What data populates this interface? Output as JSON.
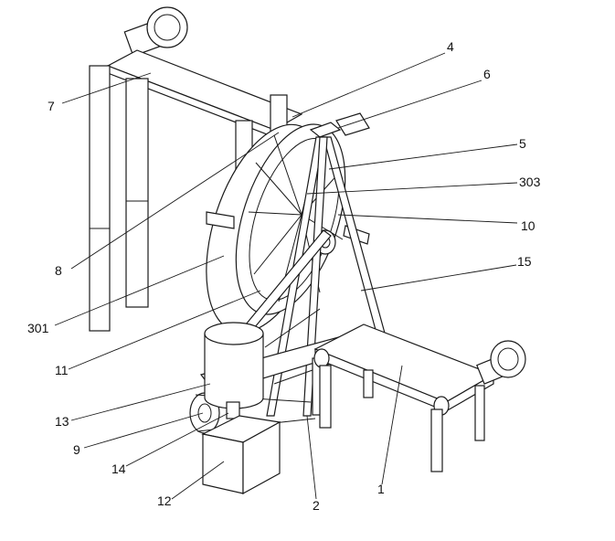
{
  "figure": {
    "labels": {
      "l1": "1",
      "l2": "2",
      "l4": "4",
      "l5": "5",
      "l6": "6",
      "l7": "7",
      "l8": "8",
      "l9": "9",
      "l10": "10",
      "l11": "11",
      "l12": "12",
      "l13": "13",
      "l14": "14",
      "l15": "15",
      "l301": "301",
      "l303": "303"
    },
    "colors": {
      "line": "#1a1a1a",
      "background": "#ffffff"
    }
  }
}
